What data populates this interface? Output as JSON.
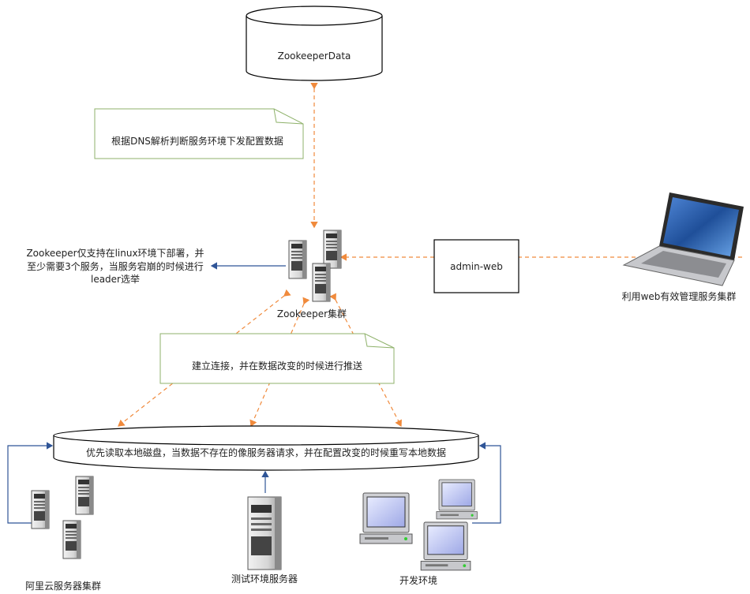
{
  "nodes": {
    "zk_data": "ZookeeperData",
    "admin_web": "admin-web",
    "zk_cluster": "Zookeeper集群",
    "aliyun": "阿里云服务器集群",
    "test_server": "测试环境服务器",
    "dev_env": "开发环境",
    "laptop": "利用web有效管理服务集群"
  },
  "notes": {
    "dns": "根据DNS解析判断服务环境下发配置数据",
    "connect": "建立连接，并在数据改变的时候进行推送"
  },
  "annotations": {
    "zk_deploy_line1": "Zookeeper仅支持在linux环境下部署，并",
    "zk_deploy_line2": "至少需要3个服务，当服务宕崩的时候进行",
    "zk_deploy_line3": "leader选举"
  },
  "disk_label": "优先读取本地磁盘，当数据不存在的像服务器请求，并在配置改变的时候重写本地数据",
  "colors": {
    "dashed_arrow": "#f08a3c",
    "solid_arrow": "#2f5597",
    "note_fill": "#ffffff",
    "note_border": "#8fb26b",
    "laptop_screen": "#1f4f99"
  }
}
